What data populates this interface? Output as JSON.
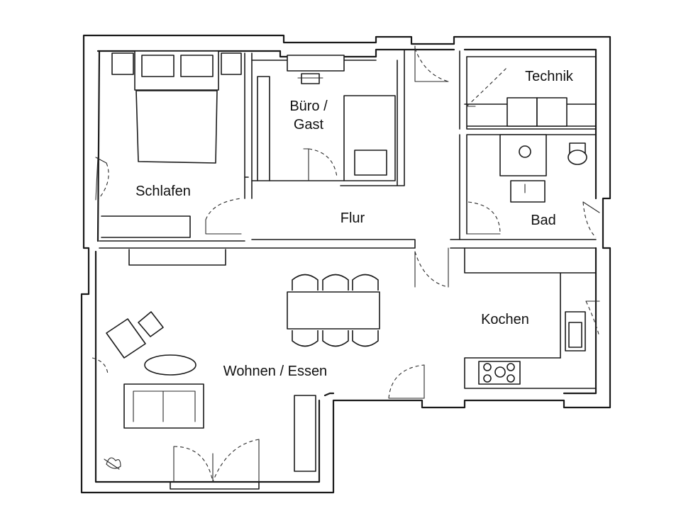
{
  "rooms": {
    "schlafen": "Schlafen",
    "buero_line1": "Büro /",
    "buero_line2": "Gast",
    "technik": "Technik",
    "flur": "Flur",
    "bad": "Bad",
    "kochen": "Kochen",
    "wohnen": "Wohnen / Essen"
  }
}
